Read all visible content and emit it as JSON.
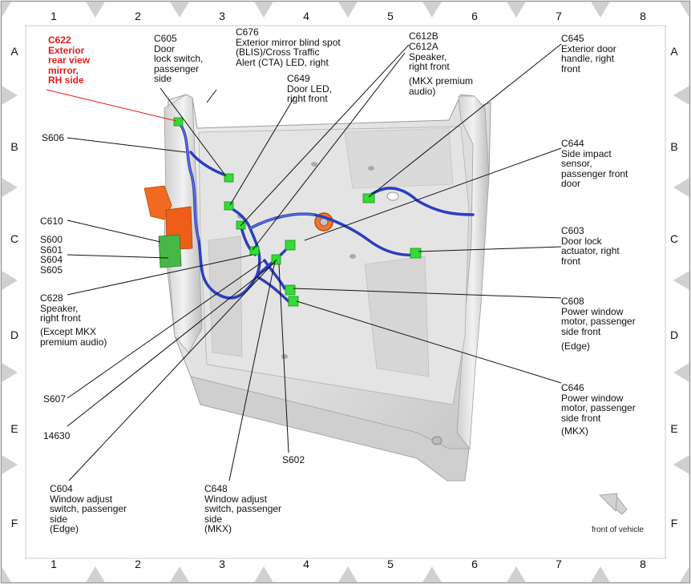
{
  "grid": {
    "columns": [
      "1",
      "2",
      "3",
      "4",
      "5",
      "6",
      "7",
      "8"
    ],
    "rows": [
      "A",
      "B",
      "C",
      "D",
      "E",
      "F"
    ]
  },
  "labels": {
    "c622": "C622\nExterior\nrear view\nmirror,\nRH side",
    "c605": "C605\nDoor\nlock switch,\npassenger\nside",
    "c676": "C676\nExterior mirror blind spot\n(BLIS)/Cross Traffic\nAlert (CTA) LED, right",
    "c649": "C649\nDoor LED,\nright front",
    "c612b": "C612B",
    "c612a": "C612A\nSpeaker,\nright front",
    "c612a_note": "(MKX premium\naudio)",
    "c645": "C645\nExterior door\nhandle, right\nfront",
    "s606": "S606",
    "c644": "C644\nSide impact\nsensor,\npassenger front\ndoor",
    "c610": "C610",
    "splices": "S600\nS601\nS604\nS605",
    "c603": "C603\nDoor lock\nactuator, right\nfront",
    "c628": "C628\nSpeaker,\nright front",
    "c628_note": "(Except MKX\npremium audio)",
    "c608": "C608\nPower window\nmotor, passenger\nside front",
    "c608_note": "(Edge)",
    "c646": "C646\nPower window\nmotor, passenger\nside front",
    "c646_note": "(MKX)",
    "s607": "S607",
    "n14630": "14630",
    "s602": "S602",
    "c604": "C604\nWindow adjust\nswitch, passenger\nside\n(Edge)",
    "c648": "C648\nWindow adjust\nswitch, passenger\nside\n(MKX)",
    "front_of_vehicle": "front of vehicle"
  },
  "colors": {
    "highlight_label": "#e41b1b",
    "connector": "#33dd33",
    "harness": "#2a3fbf",
    "orange_component": "#f26a21"
  }
}
